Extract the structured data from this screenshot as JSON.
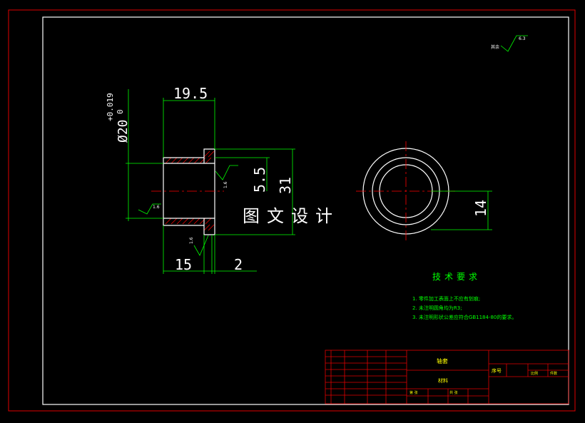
{
  "drawing": {
    "dimensions": {
      "diameter_main": "Ø20",
      "tol_upper": "+0.019",
      "tol_lower": "0",
      "length_total": "19.5",
      "height_outer": "31",
      "dim_5_5": "5.5",
      "len_15": "15",
      "len_2": "2",
      "dia_14": "14"
    },
    "roughness": {
      "general_prefix": "其余",
      "general_value": "6.3",
      "r1": "1.6",
      "r2": "1.6",
      "r3": "1.6"
    },
    "overlay_title": "图文设计"
  },
  "tech_requirements": {
    "heading": "技术要求",
    "items": [
      "1. 零件加工表面上不应有划痕;",
      "2. 未注明圆角均为R3;",
      "3. 未注明形状公差应符合GB1184-80的要求。"
    ]
  },
  "title_block": {
    "part_name": "轴套",
    "material_label": "材料",
    "label_seq": "序号",
    "label_scale": "比例",
    "label_count": "件数",
    "label_sheet": "第 张",
    "label_total": "共 张"
  },
  "colors": {
    "frame_red": "#e00000",
    "inner_frame": "#ffffff",
    "geometry": "#ffffff",
    "dimension": "#00ff00",
    "centerline": "#ff0000",
    "hatch": "#ff0000",
    "tech_text": "#00ff00",
    "title_text": "#ffff00"
  }
}
